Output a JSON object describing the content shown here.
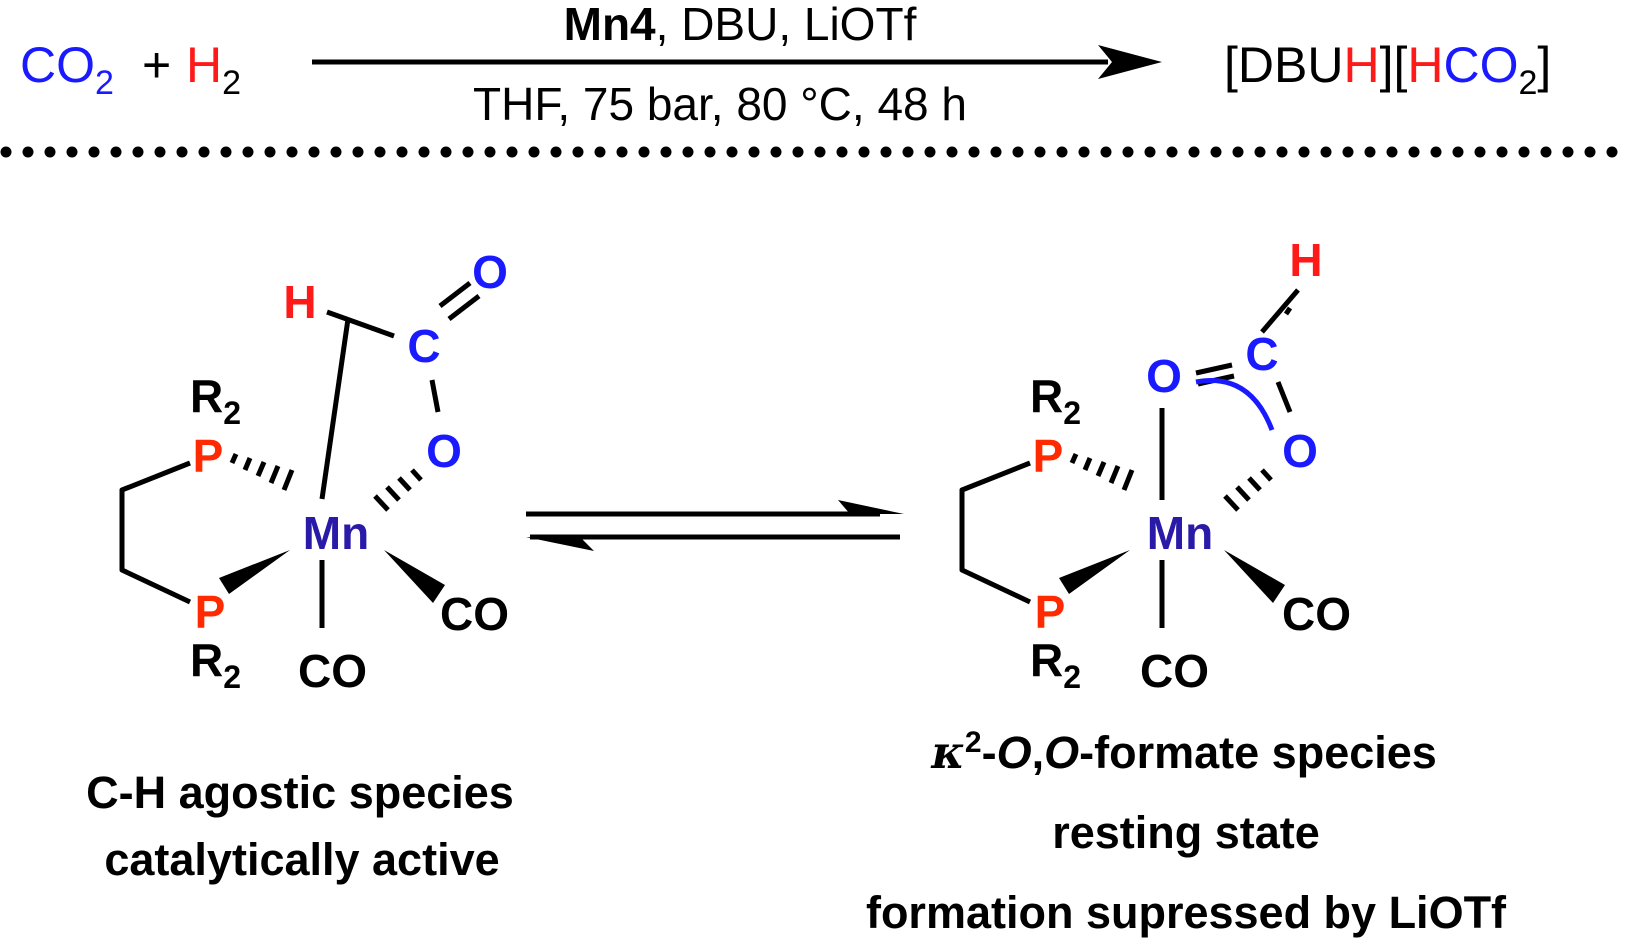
{
  "colors": {
    "black": "#000000",
    "blue": "#1a1aff",
    "red": "#ff1a1a",
    "mn": "#2a1aa8",
    "p": "#ff2a00"
  },
  "reaction": {
    "co": "CO",
    "sub2": "2",
    "plus": "+",
    "h": "H",
    "reagent_bold": "Mn4",
    "reagent_rest": ", DBU, LiOTf",
    "conditions": "THF, 75 bar,  80 °C, 48 h",
    "product_open": "[DBU",
    "product_h": "H",
    "product_mid": "][",
    "product_h2": "H",
    "product_co": "CO",
    "product_close": "]"
  },
  "left_species": {
    "atom_h": "H",
    "atom_o_top": "O",
    "atom_c": "C",
    "atom_o": "O",
    "atom_mn": "Mn",
    "atom_p_top": "P",
    "atom_p_bottom": "P",
    "r": "R",
    "r_sub": "2",
    "co_right": "CO",
    "co_bottom": "CO",
    "caption_line1": "C-H agostic species",
    "caption_line2": "catalytically active"
  },
  "right_species": {
    "atom_h": "H",
    "atom_o_top": "O",
    "atom_c": "C",
    "atom_o": "O",
    "atom_mn": "Mn",
    "atom_p_top": "P",
    "atom_p_bottom": "P",
    "r": "R",
    "r_sub": "2",
    "co_right": "CO",
    "co_bottom": "CO",
    "caption_kappa": "κ",
    "caption_sup": "2",
    "caption_dash": "-",
    "caption_o1": "O",
    "caption_comma": ",",
    "caption_o2": "O",
    "caption_rest": "-formate species",
    "caption_line2": "resting state",
    "caption_line3": "formation supressed by LiOTf"
  }
}
